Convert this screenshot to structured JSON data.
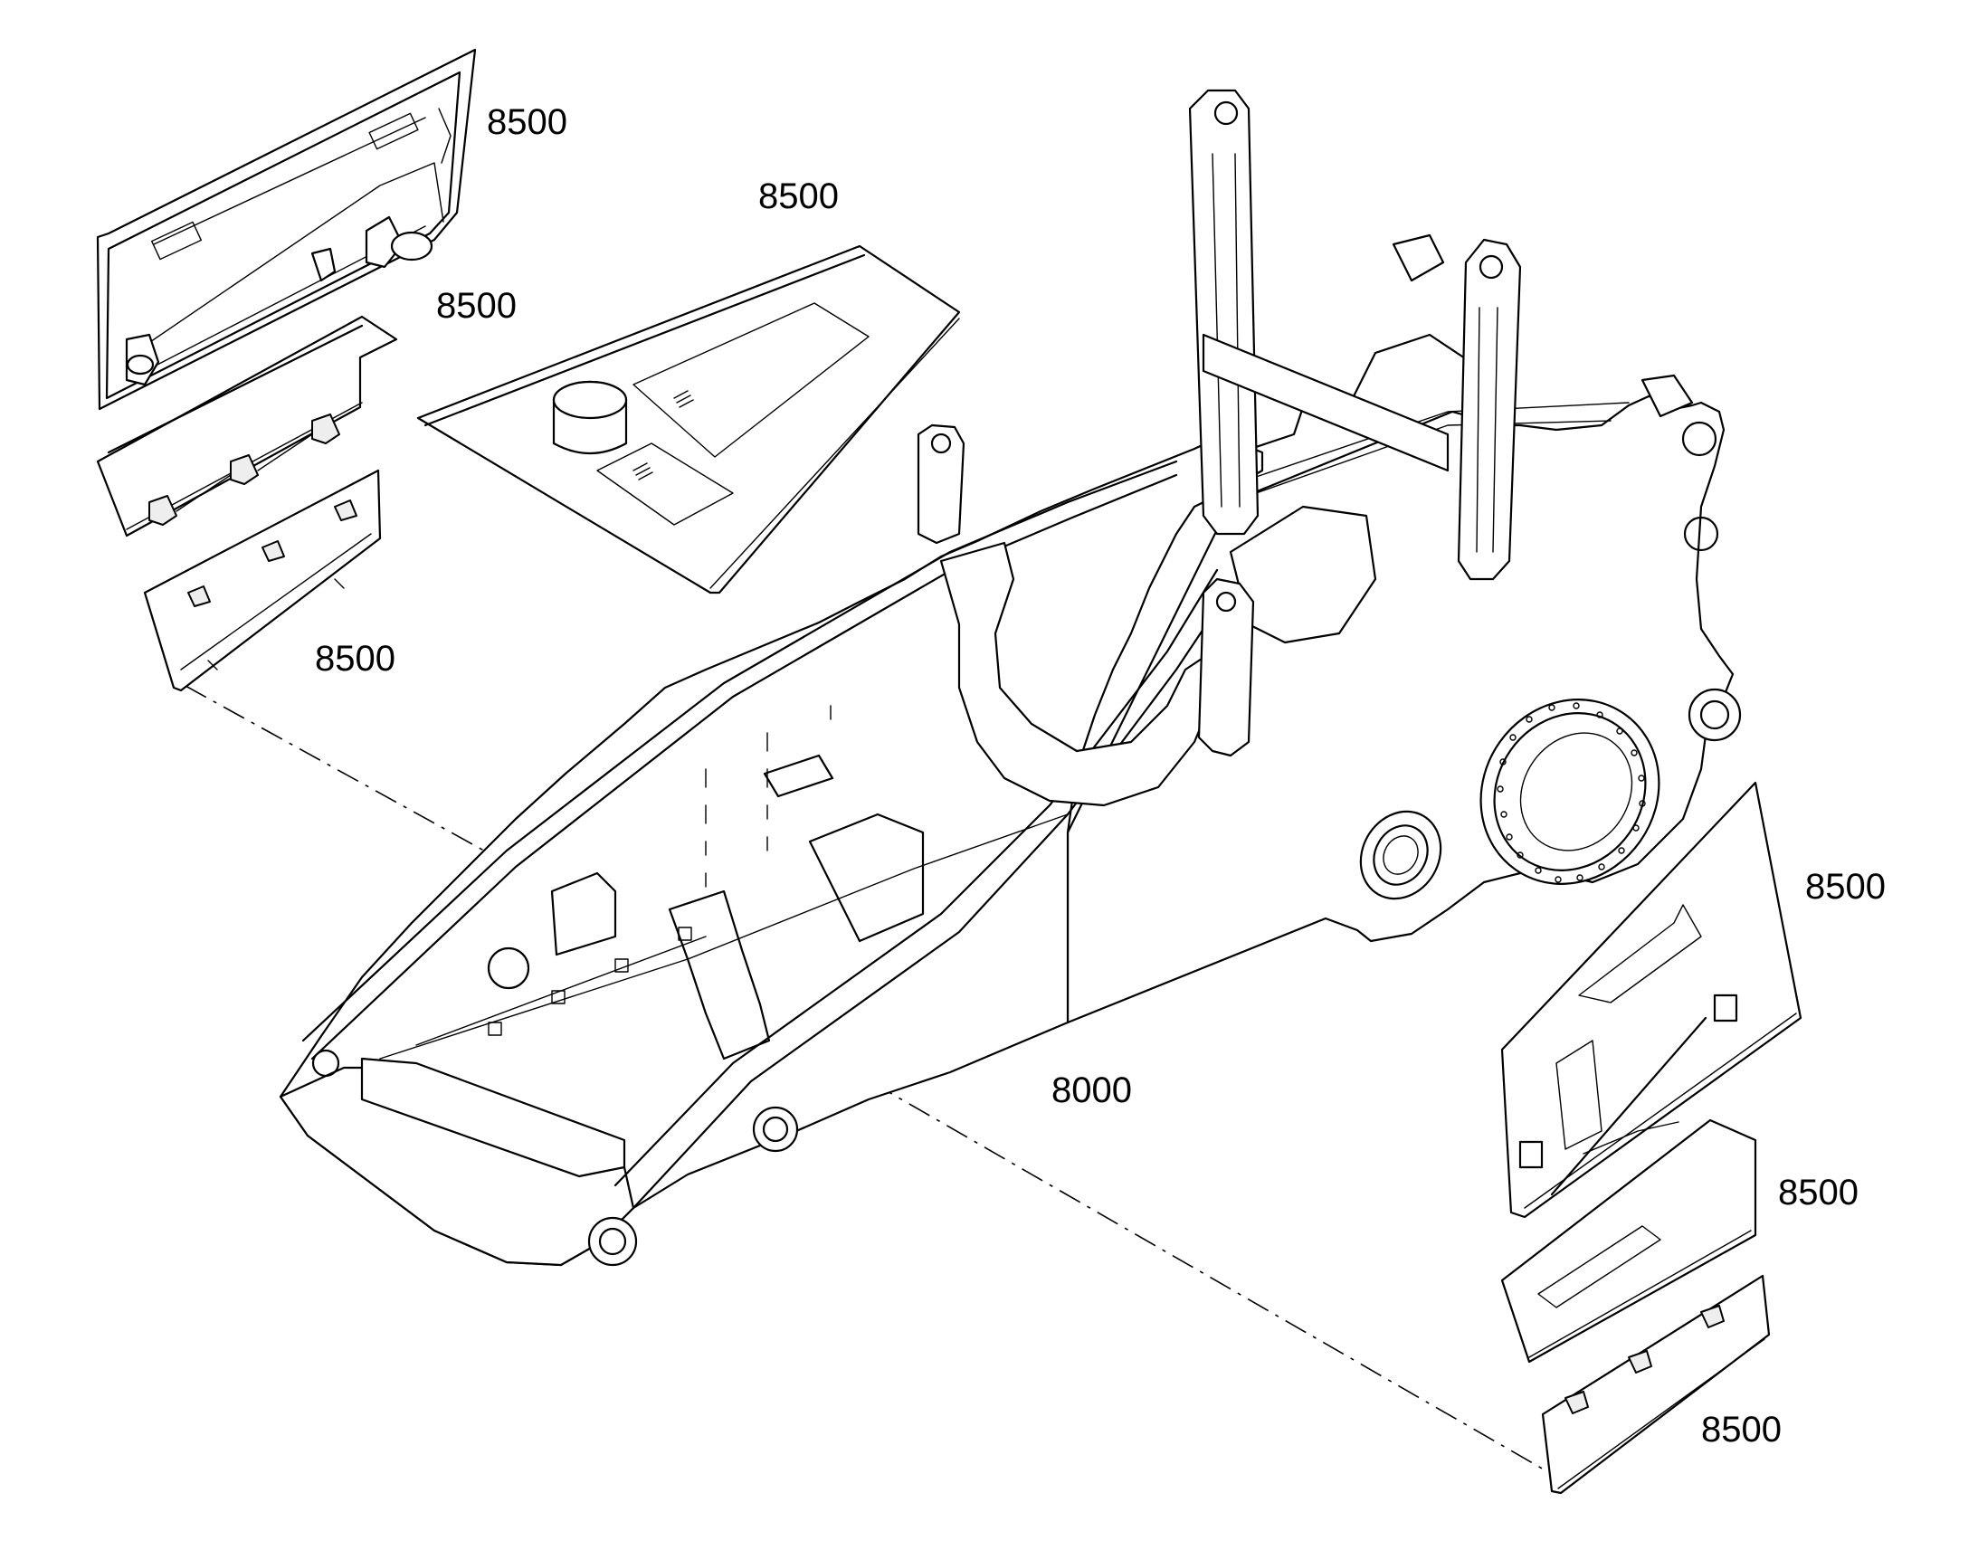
{
  "callouts": {
    "top_left_panel": "8500",
    "top_cover_plate": "8500",
    "left_mid_panel": "8500",
    "left_lower_panel": "8500",
    "right_upper_panel": "8500",
    "right_mid_panel": "8500",
    "right_lower_panel": "8500",
    "main_frame": "8000"
  }
}
